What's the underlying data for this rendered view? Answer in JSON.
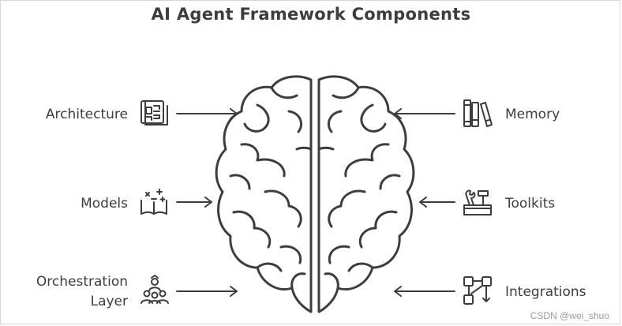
{
  "title": "AI Agent Framework Components",
  "left_components": [
    {
      "label": "Architecture",
      "icon": "architecture-icon"
    },
    {
      "label": "Models",
      "icon": "models-icon"
    },
    {
      "label_line1": "Orchestration",
      "label_line2": "Layer",
      "icon": "orchestration-icon"
    }
  ],
  "right_components": [
    {
      "label": "Memory",
      "icon": "books-icon"
    },
    {
      "label": "Toolkits",
      "icon": "toolbox-icon"
    },
    {
      "label": "Integrations",
      "icon": "flow-icon"
    }
  ],
  "center": {
    "icon": "brain-icon"
  },
  "watermark": "CSDN @wei_shuo"
}
